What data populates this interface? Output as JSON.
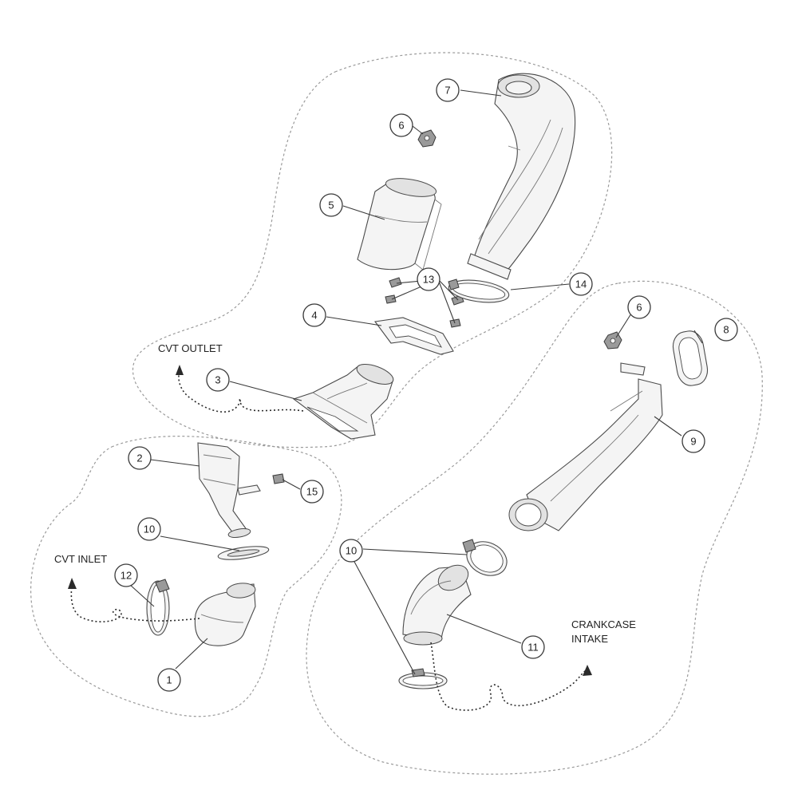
{
  "zones": {
    "cvt_outlet": "CVT OUTLET",
    "cvt_inlet": "CVT INLET",
    "crankcase_intake_line1": "CRANKCASE",
    "crankcase_intake_line2": "INTAKE"
  },
  "callouts": {
    "c1": "1",
    "c2": "2",
    "c3": "3",
    "c4": "4",
    "c5": "5",
    "c6a": "6",
    "c6b": "6",
    "c7": "7",
    "c8": "8",
    "c9": "9",
    "c10a": "10",
    "c10b": "10",
    "c11": "11",
    "c12": "12",
    "c13": "13",
    "c14": "14",
    "c15": "15"
  },
  "colors": {
    "line": "#3a3a3a",
    "zone_border": "#9a9a9a",
    "part_fill": "#f4f4f4"
  }
}
